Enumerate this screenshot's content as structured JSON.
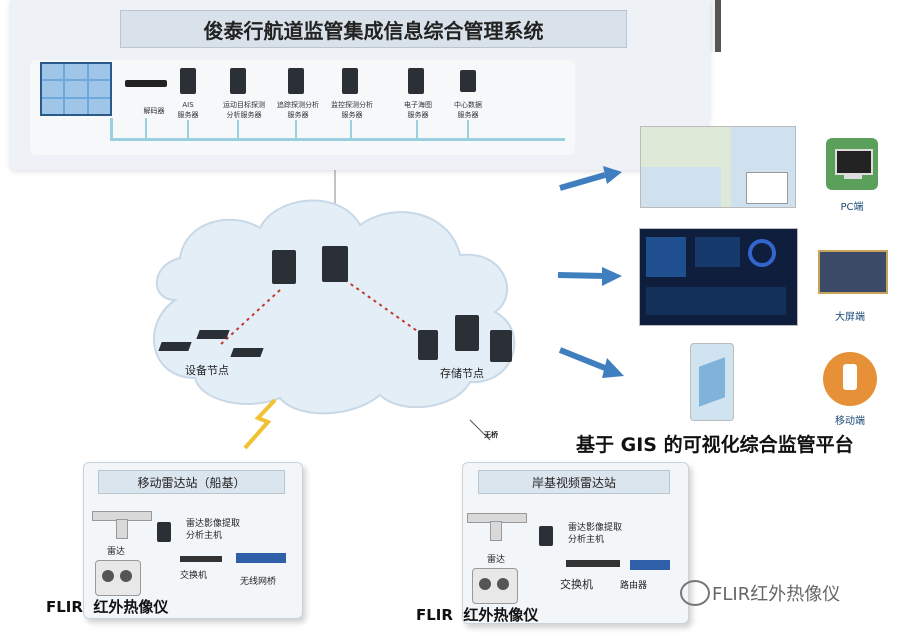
{
  "header": {
    "title": "俊泰行航道监管集成信息综合管理系统"
  },
  "servers": [
    {
      "label": "解码器"
    },
    {
      "label": "AIS\n服务器"
    },
    {
      "label": "运动目标探测\n分析服务器"
    },
    {
      "label": "追踪探测分析\n服务器"
    },
    {
      "label": "监控探测分析\n服务器"
    },
    {
      "label": "电子海图\n服务器"
    },
    {
      "label": "中心数据\n服务器"
    }
  ],
  "cloud": {
    "device_nodes": "设备节点",
    "storage_nodes": "存储节点",
    "wireless": "无桥"
  },
  "outputs": {
    "pc": "PC端",
    "big_screen": "大屏端",
    "mobile": "移动端",
    "platform": "基于 GIS 的可视化综合监管平台"
  },
  "left_station": {
    "title": "移动雷达站（船基）",
    "analyzer": "雷达影像提取\n分析主机",
    "radar": "雷达",
    "switch": "交换机",
    "bridge": "无线网桥",
    "camera": "FLIR  红外热像仪"
  },
  "right_station": {
    "title": "岸基视频雷达站",
    "analyzer": "雷达影像提取\n分析主机",
    "radar": "雷达",
    "switch": "交换机",
    "router": "路由器",
    "camera": "FLIR  红外热像仪"
  },
  "watermark": "FLIR红外热像仪",
  "colors": {
    "accent": "#3f7fbf",
    "cloud": "#e4eef6"
  }
}
